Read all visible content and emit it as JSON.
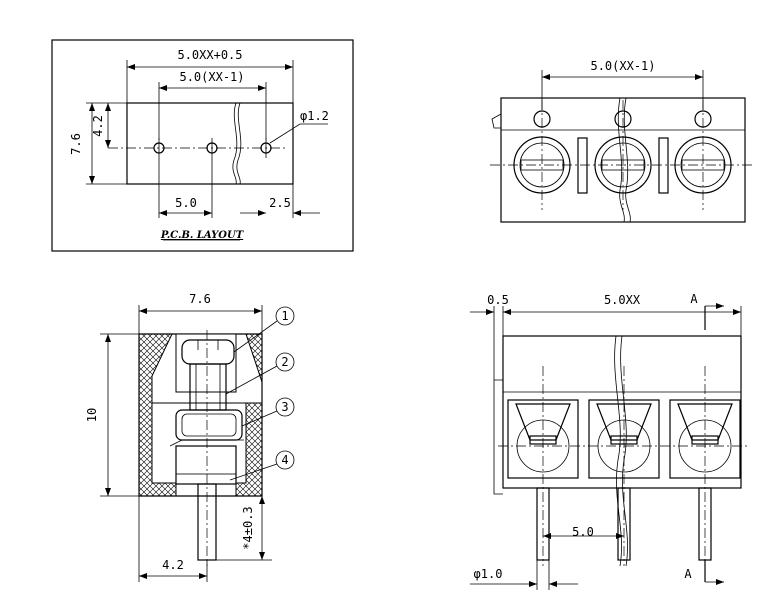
{
  "pcb_layout": {
    "title": "P.C.B. LAYOUT",
    "dim_total": "5.0XX+0.5",
    "dim_pitch_total": "5.0(XX-1)",
    "dim_hole": "φ1.2",
    "dim_height": "7.6",
    "dim_row": "4.2",
    "dim_pitch": "5.0",
    "dim_edge": "2.5"
  },
  "top_view": {
    "dim_pitch_total": "5.0(XX-1)"
  },
  "side_view": {
    "dim_width": "7.6",
    "dim_height": "10",
    "dim_offset": "4.2",
    "dim_pin": "*4±0.3",
    "callouts": [
      "1",
      "2",
      "3",
      "4"
    ]
  },
  "front_view": {
    "dim_flange": "0.5",
    "dim_total": "5.0XX",
    "section_label": "A",
    "dim_pitch": "5.0",
    "dim_pin": "φ1.0"
  }
}
